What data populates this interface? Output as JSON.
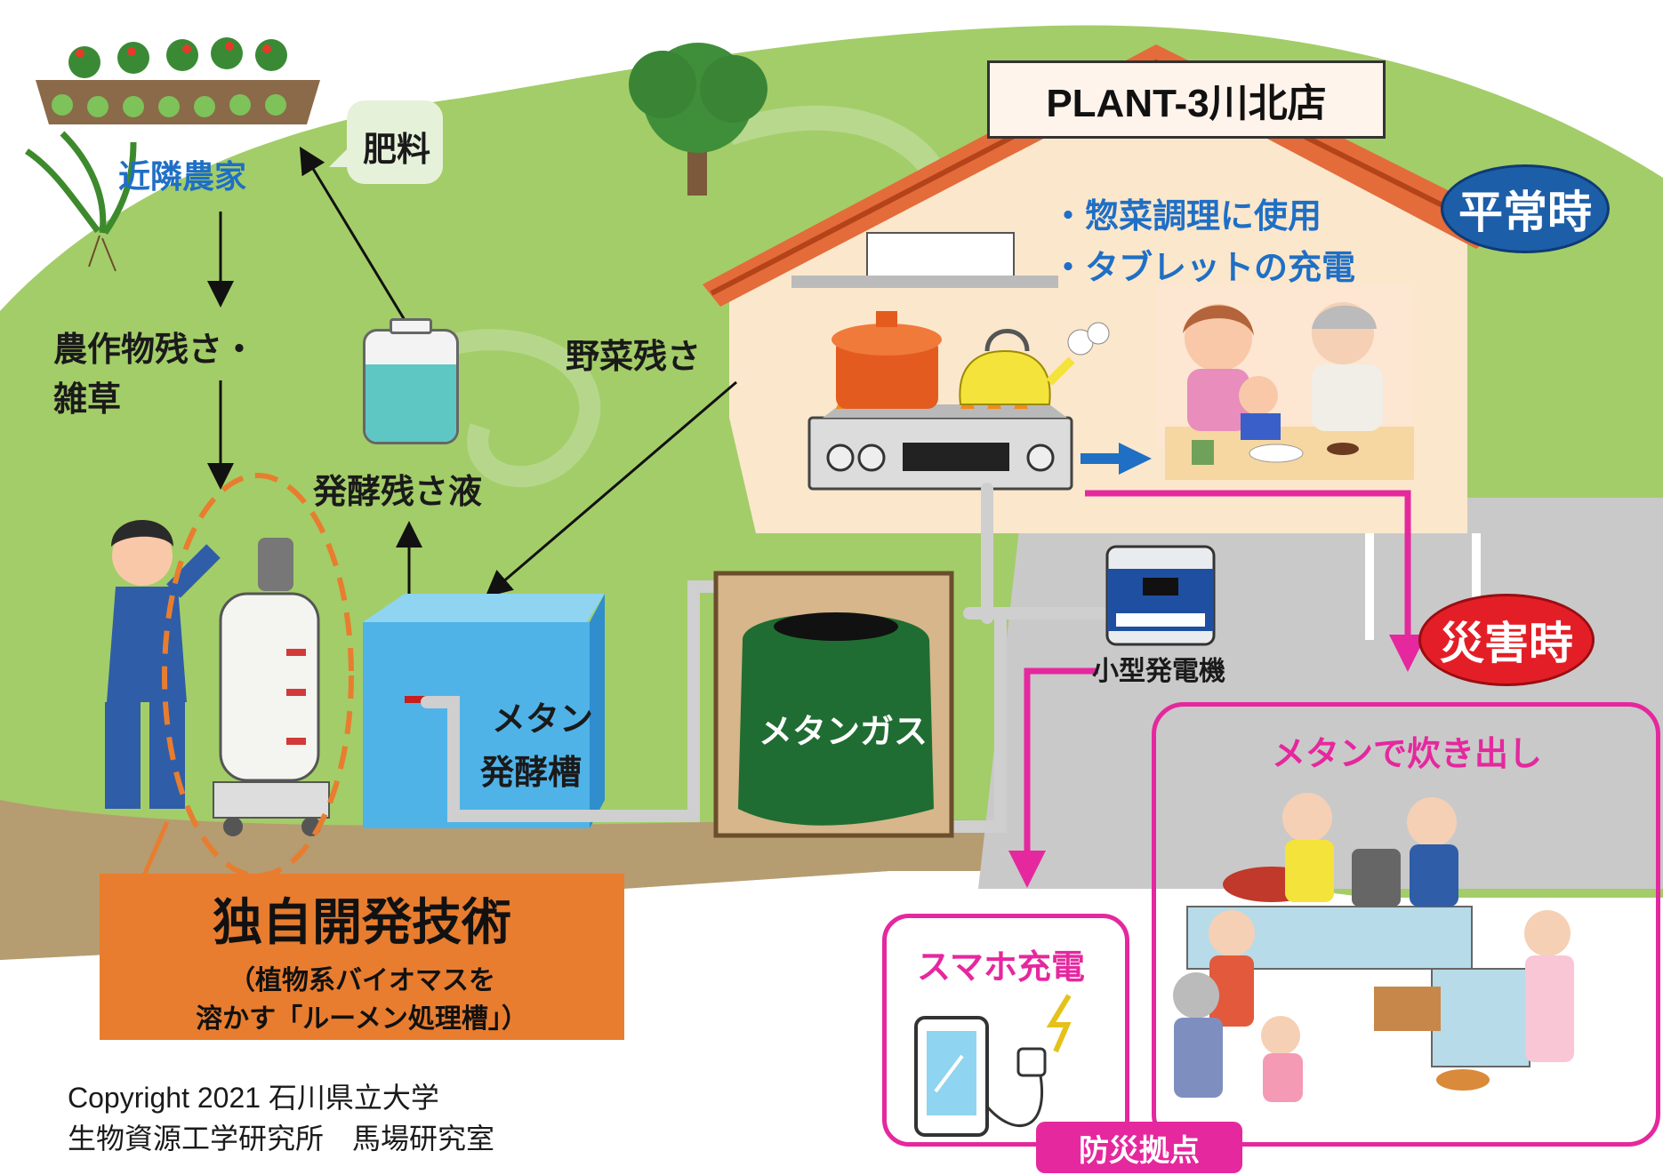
{
  "labels": {
    "neighbor_farm": "近隣農家",
    "fertilizer": "肥料",
    "crop_residue_line1": "農作物残さ・",
    "crop_residue_line2": "雑草",
    "fermentation_liquid": "発酵残さ液",
    "vegetable_residue": "野菜残さ",
    "tank_line1": "メタン",
    "tank_line2": "発酵槽",
    "methane_gas": "メタンガス",
    "small_generator": "小型発電機"
  },
  "store": {
    "name": "PLANT-3川北店",
    "uses": [
      "・惣菜調理に使用",
      "・タブレットの充電"
    ]
  },
  "badges": {
    "normal": "平常時",
    "disaster": "災害時"
  },
  "disaster_panels": {
    "cooking": "メタンで炊き出し",
    "charging": "スマホ充電",
    "base": "防災拠点"
  },
  "technology": {
    "title": "独自開発技術",
    "desc_line1": "（植物系バイオマスを",
    "desc_line2": "溶かす「ルーメン処理槽」）"
  },
  "copyright": {
    "line1": "Copyright 2021 石川県立大学",
    "line2": "生物資源工学研究所　馬場研究室"
  },
  "colors": {
    "blue_label": "#1f6fc5",
    "magenta": "#e5289e",
    "orange": "#e87d2f",
    "normal_badge": "#1d5ea8",
    "disaster_badge": "#e41e26",
    "grass": "#a3cd68",
    "methane_bag": "#1f6d32"
  }
}
